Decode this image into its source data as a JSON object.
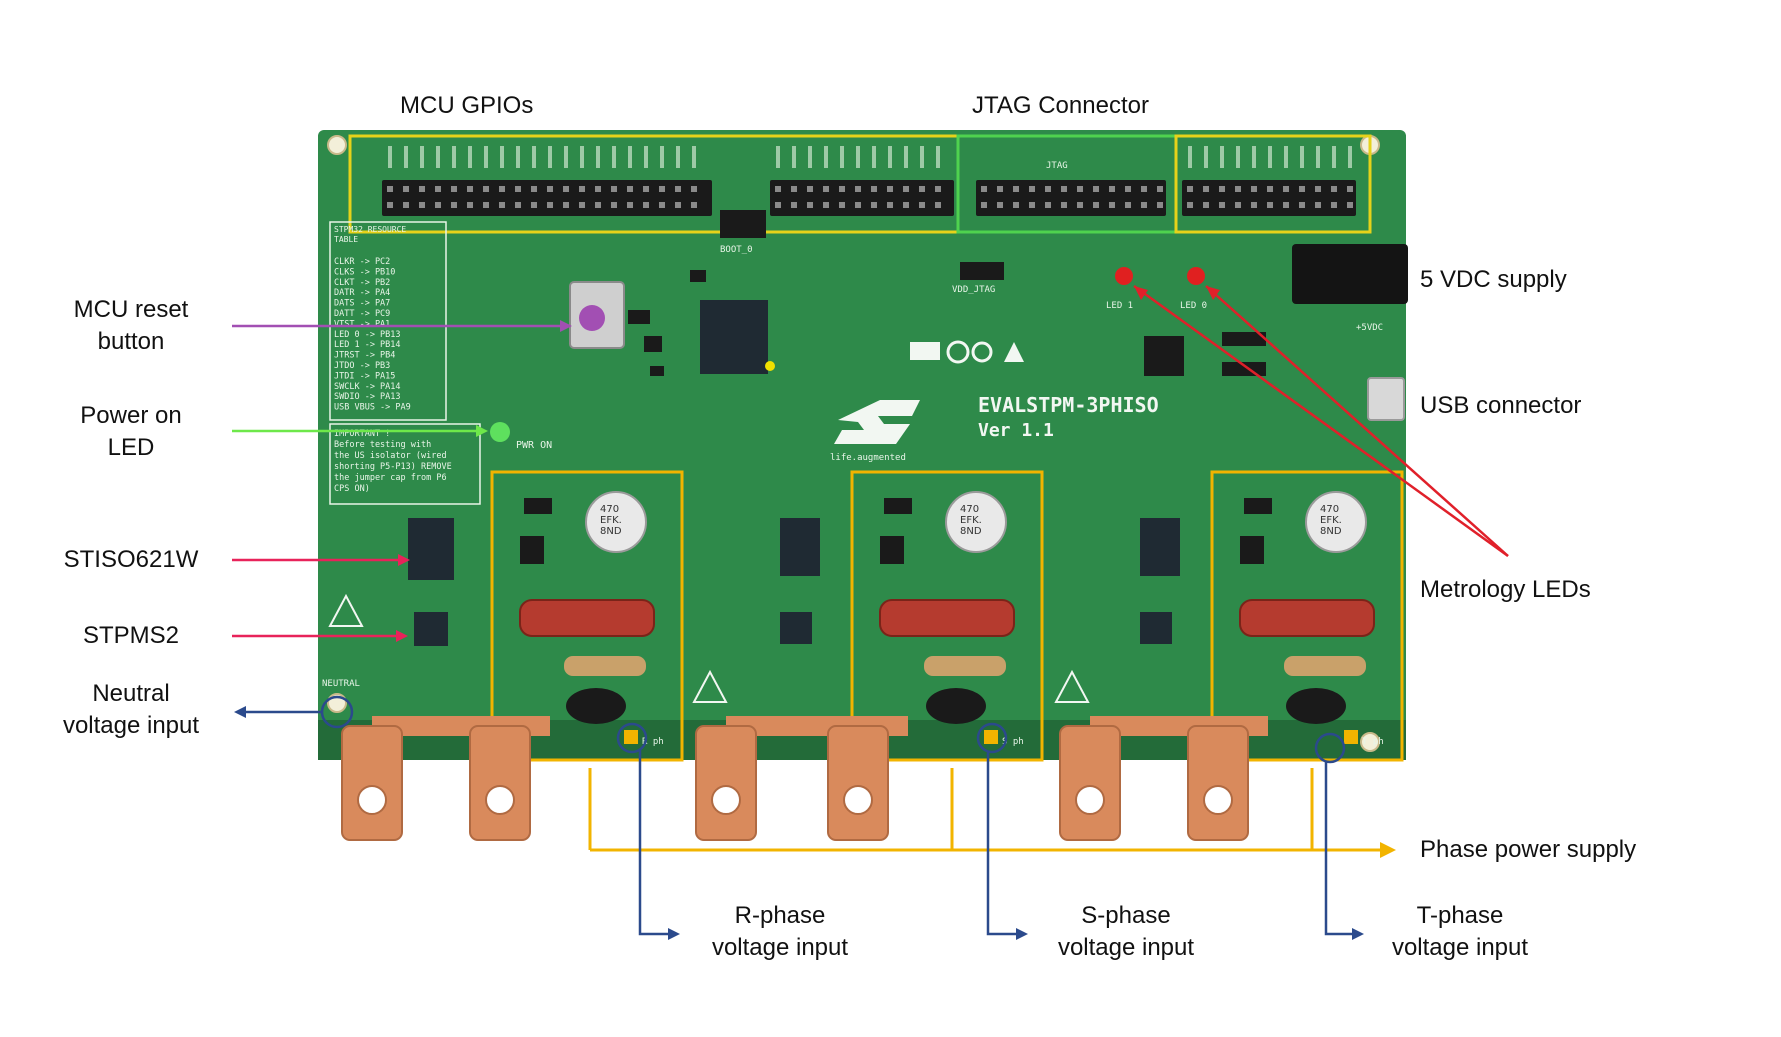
{
  "colors": {
    "board": "#2e8a4a",
    "board_dark": "#236b39",
    "header_outline": "#e6d21a",
    "jtag_outline": "#4fd24f",
    "phase_box": "#f2b400",
    "phase_supply_line": "#f2b400",
    "voltage_input_line": "#2b4a8c",
    "reset_pointer": "#a24fb3",
    "power_led_pointer": "#6ee84a",
    "stiso_pointer": "#e8235a",
    "stpms2_pointer": "#e8235a",
    "metrology_pointer": "#e0202a",
    "copper": "#d98a5c",
    "led_red": "#e02020",
    "led_green": "#5ee05e"
  },
  "callouts": {
    "mcu_gpios": "MCU GPIOs",
    "jtag_connector": "JTAG Connector",
    "mcu_reset_button": [
      "MCU reset",
      "button"
    ],
    "power_on_led": [
      "Power on",
      "LED"
    ],
    "stiso621w": "STISO621W",
    "stpms2": "STPMS2",
    "neutral_voltage_input": [
      "Neutral",
      "voltage input"
    ],
    "vdc_supply": "5 VDC supply",
    "usb_connector": "USB connector",
    "metrology_leds": "Metrology LEDs",
    "phase_power_supply": "Phase power supply",
    "r_phase_voltage_input": [
      "R-phase",
      "voltage input"
    ],
    "s_phase_voltage_input": [
      "S-phase",
      "voltage input"
    ],
    "t_phase_voltage_input": [
      "T-phase",
      "voltage input"
    ]
  },
  "board_silkscreen": {
    "board_name": "EVALSTPM-3PHISO",
    "version": "Ver 1.1",
    "logo_tagline": "life.augmented",
    "pwr_on": "PWR ON",
    "boot": "BOOT_0",
    "vdd_jtag": "VDD_JTAG",
    "jtag": "JTAG",
    "led1": "LED 1",
    "led0": "LED 0",
    "supply_5vdc": "+5VDC",
    "neutral": "NEUTRAL",
    "r_ph": "R ph",
    "s_ph": "S ph",
    "t_ph": "T ph",
    "cap_label": [
      "470",
      "EFK.",
      "8ND"
    ],
    "resource_table_title": [
      "STPM32 RESOURCE",
      "TABLE"
    ],
    "resource_table_rows": [
      "CLKR -> PC2",
      "CLKS -> PB10",
      "CLKT -> PB2",
      "DATR -> PA4",
      "DATS -> PA7",
      "DATT -> PC9",
      "VTST -> PA1",
      "LED 0 -> PB13",
      "LED 1 -> PB14",
      "JTRST -> PB4",
      "JTDO -> PB3",
      "JTDI -> PA15",
      "SWCLK -> PA14",
      "SWDIO -> PA13",
      "USB VBUS -> PA9"
    ],
    "important_note": [
      "IMPORTANT !",
      "Before testing with",
      "the US isolator (wired",
      "shorting P5-P13) REMOVE",
      "the jumper cap from P6",
      "CPS ON)"
    ]
  }
}
